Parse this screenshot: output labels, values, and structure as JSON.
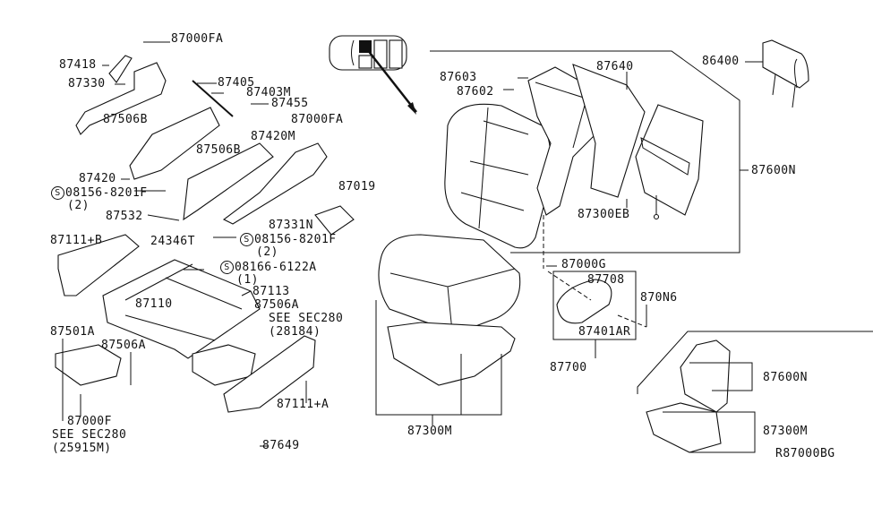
{
  "diagram": {
    "title_code": "R87000BG",
    "labels": {
      "p87000FA_top": "87000FA",
      "p87418": "87418",
      "p87330": "87330",
      "p87405": "87405",
      "p87403M": "87403M",
      "p87455": "87455",
      "p87506B_1": "87506B",
      "p87000FA_mid": "87000FA",
      "p87420M": "87420M",
      "p87506B_2": "87506B",
      "p87420": "87420",
      "p08156_8201F_1": "08156-8201F",
      "qty2_1": "(2)",
      "p87019": "87019",
      "p87532": "87532",
      "p87331N": "87331N",
      "p24346T": "24346T",
      "p08156_8201F_2": "08156-8201F",
      "qty2_2": "(2)",
      "p87111B": "87111+B",
      "p08166_6122A": "08166-6122A",
      "qty1": "(1)",
      "p87113": "87113",
      "p87110": "87110",
      "p87506A_1": "87506A",
      "see_sec280_a": "SEE SEC280",
      "ref_28184": "(28184)",
      "p87501A": "87501A",
      "p87506A_2": "87506A",
      "p87111A": "87111+A",
      "p87000F": "87000F",
      "see_sec280_b": "SEE SEC280",
      "ref_25915M": "(25915M)",
      "p87649": "87649",
      "p87603": "87603",
      "p87602": "87602",
      "p87640": "87640",
      "p86400": "86400",
      "p87600N": "87600N",
      "p87300EB": "87300EB",
      "p87000G": "87000G",
      "p87708": "87708",
      "p870N6": "870N6",
      "p87401AR": "87401AR",
      "p87700": "87700",
      "p87300M": "87300M",
      "inset_87600N": "87600N",
      "inset_87300M": "87300M"
    },
    "screw_symbol": "S"
  }
}
